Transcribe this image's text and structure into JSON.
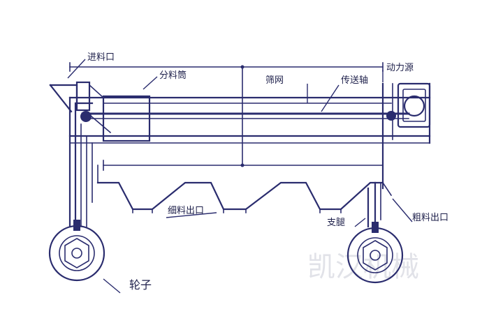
{
  "labels": {
    "inlet": "进料口",
    "drum": "分料筒",
    "screen": "筛网",
    "shaft": "传送轴",
    "power": "动力源",
    "fine_outlet": "细料出口",
    "coarse_outlet": "粗料出口",
    "leg": "支腿",
    "wheel": "轮子"
  },
  "watermark": "凯汉机械",
  "colors": {
    "line": "#2a2c6e",
    "text": "#1d1f4a",
    "watermark": "#c9cbd6"
  }
}
